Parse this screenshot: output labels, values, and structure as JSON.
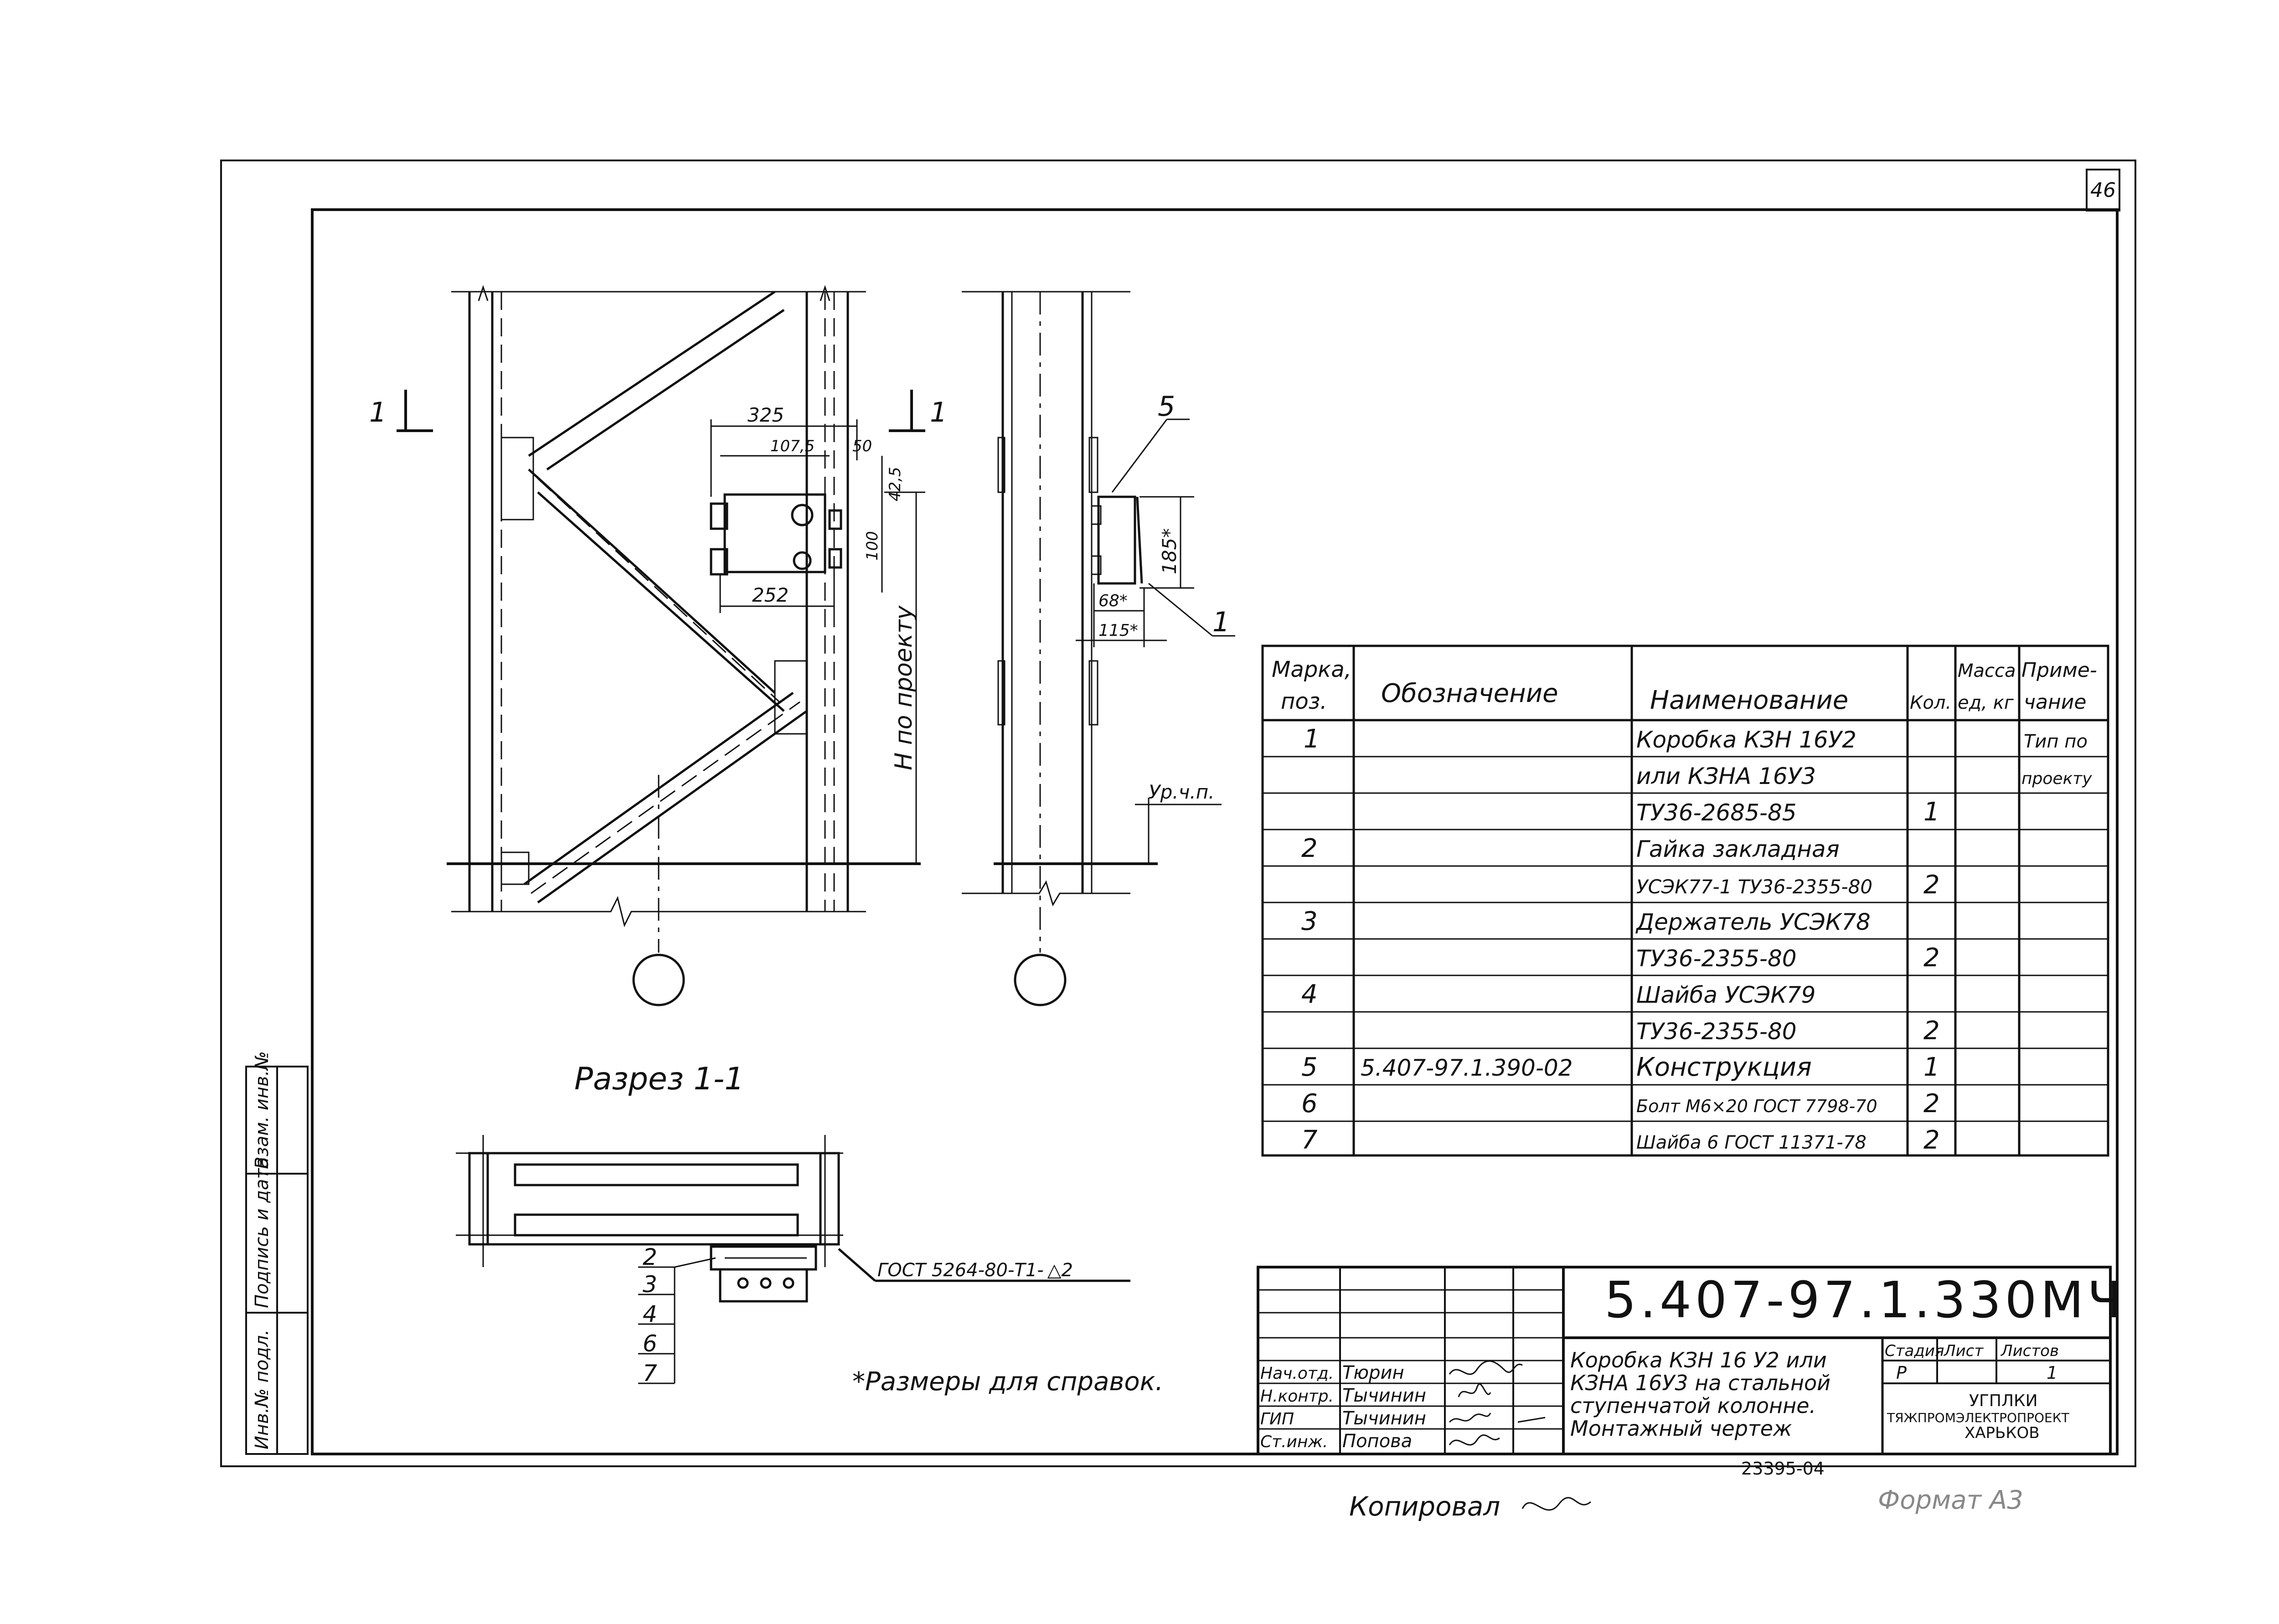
{
  "sheet_number": "46",
  "drawing": {
    "section_marker_left": "1",
    "section_marker_right": "1",
    "dims": {
      "d325": "325",
      "d1075": "107,5",
      "d50": "50",
      "d425": "42,5",
      "d100": "100",
      "d252": "252",
      "h_label": "H по проекту",
      "d185": "185*",
      "d68": "68*",
      "d115": "115*",
      "floor_label": "Ур.ч.п."
    },
    "callouts": {
      "c5": "5",
      "c1": "1"
    },
    "section_title": "Разрез 1-1",
    "section_positions": [
      "2",
      "3",
      "4",
      "6",
      "7"
    ],
    "weld_note": "ГОСТ 5264-80-Т1-",
    "weld_size": "2",
    "reference_note": "*Размеры для справок."
  },
  "spec_table": {
    "headers": {
      "mark_line1": "Марка,",
      "mark_line2": "поз.",
      "designation": "Обозначение",
      "name": "Наименование",
      "qty": "Кол.",
      "mass_line1": "Масса",
      "mass_line2": "ед, кг",
      "note_line1": "Приме-",
      "note_line2": "чание"
    },
    "rows": [
      {
        "pos": "1",
        "designation": "",
        "name": "Коробка КЗН 16У2",
        "qty": "",
        "mass": "",
        "note": "Тип по"
      },
      {
        "pos": "",
        "designation": "",
        "name": "или КЗНА 16У3",
        "qty": "",
        "mass": "",
        "note": "проекту"
      },
      {
        "pos": "",
        "designation": "",
        "name": "ТУ36-2685-85",
        "qty": "1",
        "mass": "",
        "note": ""
      },
      {
        "pos": "2",
        "designation": "",
        "name": "Гайка закладная",
        "qty": "",
        "mass": "",
        "note": ""
      },
      {
        "pos": "",
        "designation": "",
        "name": "УСЭК77-1 ТУ36-2355-80",
        "qty": "2",
        "mass": "",
        "note": ""
      },
      {
        "pos": "3",
        "designation": "",
        "name": "Держатель УСЭК78",
        "qty": "",
        "mass": "",
        "note": ""
      },
      {
        "pos": "",
        "designation": "",
        "name": "ТУ36-2355-80",
        "qty": "2",
        "mass": "",
        "note": ""
      },
      {
        "pos": "4",
        "designation": "",
        "name": "Шайба УСЭК79",
        "qty": "",
        "mass": "",
        "note": ""
      },
      {
        "pos": "",
        "designation": "",
        "name": "ТУ36-2355-80",
        "qty": "2",
        "mass": "",
        "note": ""
      },
      {
        "pos": "5",
        "designation": "5.407-97.1.390-02",
        "name": "Конструкция",
        "qty": "1",
        "mass": "",
        "note": ""
      },
      {
        "pos": "6",
        "designation": "",
        "name": "Болт М6×20 ГОСТ 7798-70",
        "qty": "2",
        "mass": "",
        "note": ""
      },
      {
        "pos": "7",
        "designation": "",
        "name": "Шайба 6 ГОСТ 11371-78",
        "qty": "2",
        "mass": "",
        "note": ""
      }
    ]
  },
  "title_block": {
    "code": "5.407-97.1.330МЧ",
    "title_lines": [
      "Коробка КЗН 16 У2 или",
      "КЗНА 16У3 на стальной",
      "ступенчатой колонне.",
      "Монтажный чертеж"
    ],
    "stage_label": "Стадия",
    "sheet_label": "Лист",
    "sheets_label": "Листов",
    "stage": "Р",
    "sheets": "1",
    "org_line1": "УГПЛКИ",
    "org_line2": "ТЯЖПРОМЭЛЕКТРОПРОЕКТ",
    "org_line3": "ХАРЬКОВ",
    "roles": [
      {
        "role": "Нач.отд.",
        "name": "Тюрин"
      },
      {
        "role": "Н.контр.",
        "name": "Тычинин"
      },
      {
        "role": "ГИП",
        "name": "Тычинин"
      },
      {
        "role": "Ст.инж.",
        "name": "Попова"
      }
    ],
    "inventory_number": "23395-04"
  },
  "side_stamp": [
    "Инв.№ подл.",
    "Подпись и дата",
    "Взам. инв.№"
  ],
  "footer": {
    "copied": "Копировал",
    "format": "Формат А3"
  }
}
